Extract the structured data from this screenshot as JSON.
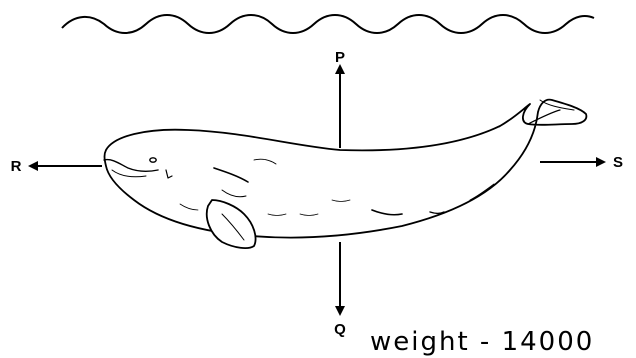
{
  "labels": {
    "up": "P",
    "down": "Q",
    "left": "R",
    "right": "S"
  },
  "annotation": "weight - 14000",
  "colors": {
    "ink": "#000000",
    "background": "#ffffff"
  }
}
